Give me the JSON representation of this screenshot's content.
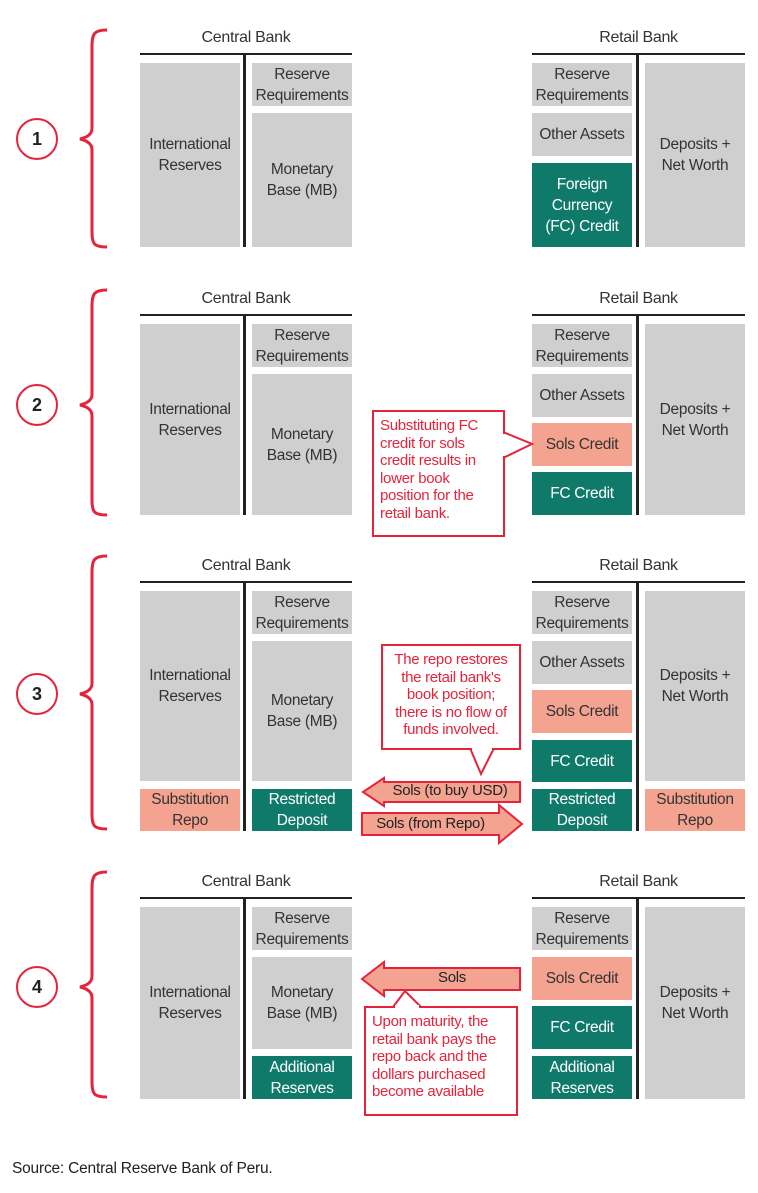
{
  "colors": {
    "gray": "#cfcfcf",
    "green": "#0f7a6a",
    "pink": "#f4a391",
    "red": "#e5243b"
  },
  "panels": [
    {
      "number": "1",
      "central_bank": "Central Bank",
      "retail_bank": "Retail Bank",
      "cb": {
        "reserves": "International Reserves",
        "req": "Reserve Requirements",
        "mb": "Monetary Base (MB)"
      },
      "rb": {
        "req": "Reserve Requirements",
        "other": "Other Assets",
        "fc": "Foreign Currency (FC) Credit",
        "deposits": "Deposits + Net Worth"
      }
    },
    {
      "number": "2",
      "central_bank": "Central Bank",
      "retail_bank": "Retail Bank",
      "cb": {
        "reserves": "International Reserves",
        "req": "Reserve Requirements",
        "mb": "Monetary Base (MB)"
      },
      "rb": {
        "req": "Reserve Requirements",
        "other": "Other Assets",
        "sols": "Sols Credit",
        "fc": "FC Credit",
        "deposits": "Deposits + Net Worth"
      },
      "note": "Substituting FC credit for sols credit results in lower book position for the retail bank."
    },
    {
      "number": "3",
      "central_bank": "Central Bank",
      "retail_bank": "Retail Bank",
      "cb": {
        "reserves": "International Reserves",
        "req": "Reserve Requirements",
        "mb": "Monetary Base (MB)",
        "repo": "Substitution Repo",
        "restricted": "Restricted Deposit"
      },
      "rb": {
        "req": "Reserve Requirements",
        "other": "Other Assets",
        "sols": "Sols Credit",
        "fc": "FC Credit",
        "restricted": "Restricted Deposit",
        "deposits": "Deposits + Net Worth",
        "repo": "Substitution Repo"
      },
      "note": "The repo restores the retail bank's book position; there is no flow of funds involved.",
      "arrow_left": "Sols (to buy USD)",
      "arrow_right": "Sols (from Repo)"
    },
    {
      "number": "4",
      "central_bank": "Central Bank",
      "retail_bank": "Retail Bank",
      "cb": {
        "reserves": "International Reserves",
        "req": "Reserve Requirements",
        "mb": "Monetary Base (MB)",
        "additional": "Additional Reserves"
      },
      "rb": {
        "req": "Reserve Requirements",
        "sols": "Sols Credit",
        "fc": "FC Credit",
        "additional": "Additional Reserves",
        "deposits": "Deposits + Net Worth"
      },
      "note": "Upon maturity, the retail bank pays the repo back and the dollars purchased become available",
      "arrow_left": "Sols"
    }
  ],
  "source": "Source: Central Reserve Bank of Peru."
}
